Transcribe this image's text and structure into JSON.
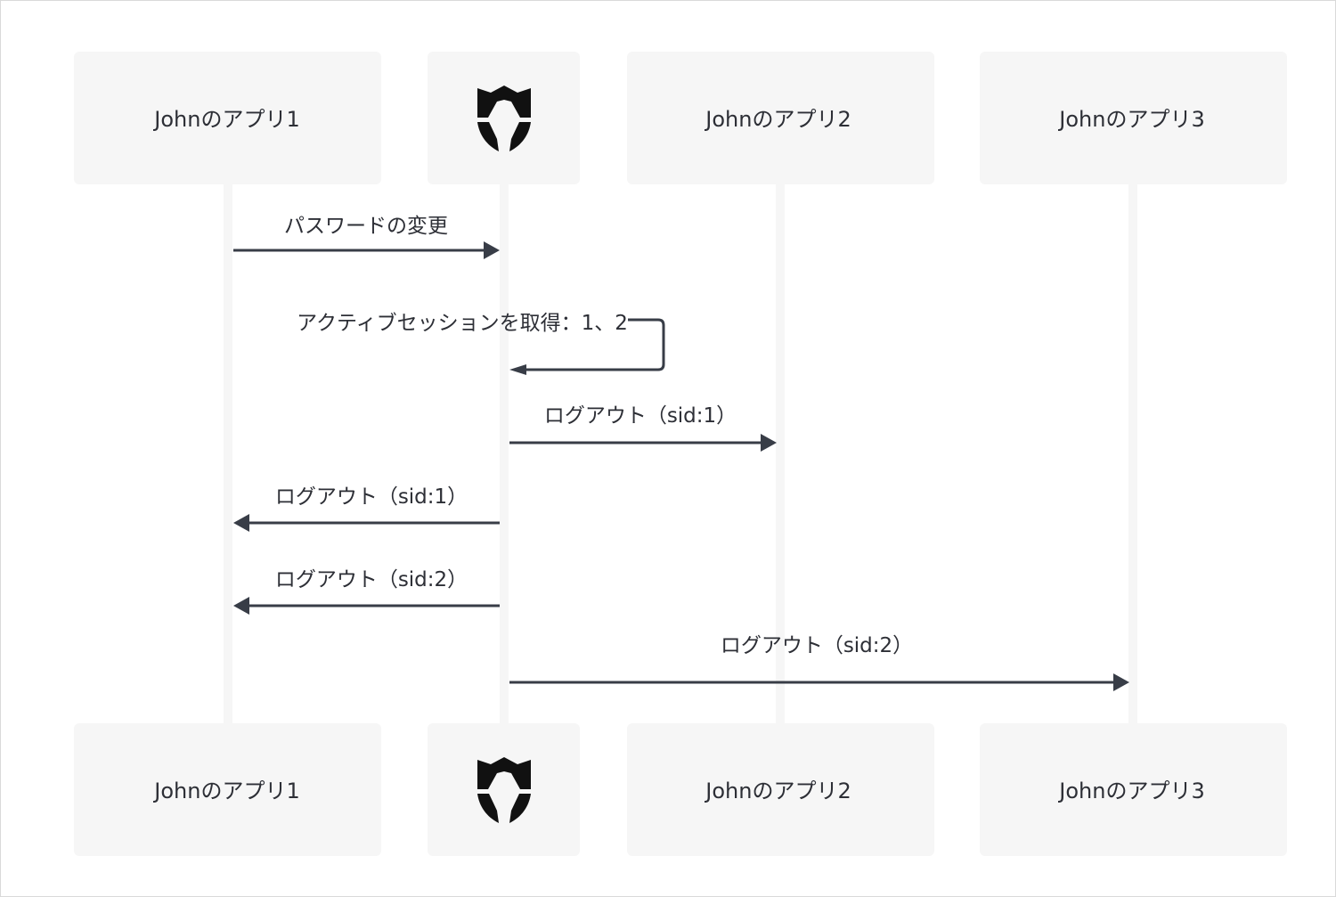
{
  "participants": {
    "app1": "Johnのアプリ1",
    "auth": "",
    "app2": "Johnのアプリ2",
    "app3": "Johnのアプリ3",
    "auth_icon": "shield-logo-icon"
  },
  "messages": [
    {
      "label": "パスワードの変更",
      "from": "app1",
      "to": "auth"
    },
    {
      "label": "アクティブセッションを取得：1、2",
      "from": "auth",
      "to": "auth"
    },
    {
      "label": "ログアウト（sid:1）",
      "from": "auth",
      "to": "app2"
    },
    {
      "label": "ログアウト（sid:1）",
      "from": "auth",
      "to": "app1"
    },
    {
      "label": "ログアウト（sid:2）",
      "from": "auth",
      "to": "app1"
    },
    {
      "label": "ログアウト（sid:2）",
      "from": "auth",
      "to": "app3"
    }
  ],
  "colors": {
    "box": "#f6f6f6",
    "arrow": "#383d47",
    "text": "#2d2f36",
    "logo": "#111111"
  }
}
